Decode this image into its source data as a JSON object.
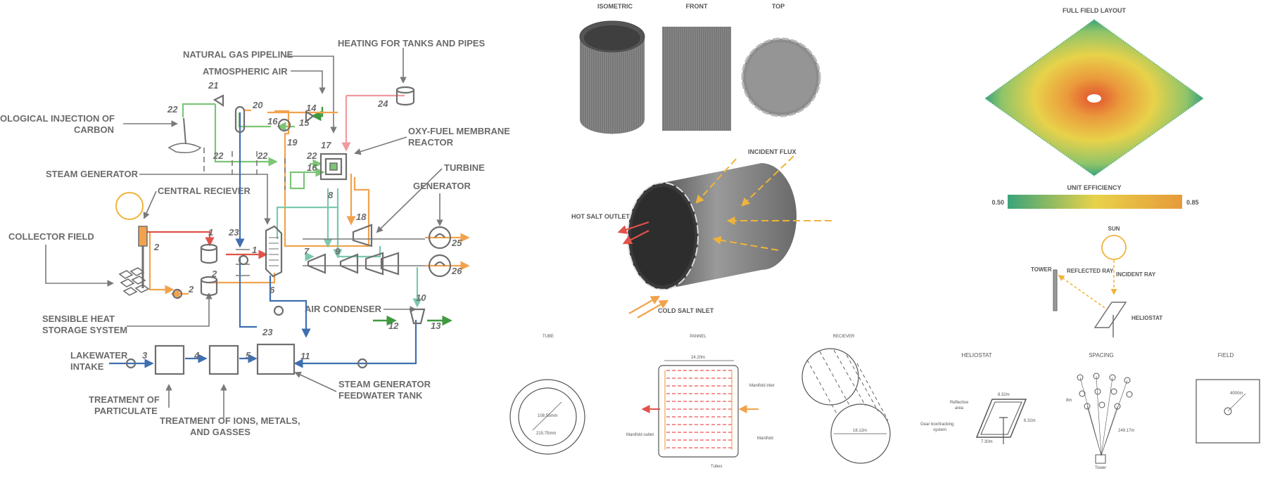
{
  "flow": {
    "heating": "HEATING FOR TANKS AND PIPES",
    "natural_gas": "NATURAL GAS PIPELINE",
    "atm_air": "ATMOSPHERIC AIR",
    "geo1": "GEOLOGICAL INJECTION OF",
    "geo2": "CARBON",
    "oxy1": "OXY-FUEL MEMBRANE",
    "oxy2": "REACTOR",
    "steam_gen": "STEAM GENERATOR",
    "turbine": "TURBINE",
    "central": "CENTRAL RECIEVER",
    "generator": "GENERATOR",
    "collector": "COLLECTOR FIELD",
    "sens1": "SENSIBLE HEAT",
    "sens2": "STORAGE SYSTEM",
    "air_cond": "AIR CONDENSER",
    "lake1": "LAKEWATER",
    "lake2": "INTAKE",
    "treat_p1": "TREATMENT OF",
    "treat_p2": "PARTICULATE",
    "treat_i1": "TREATMENT OF IONS, METALS,",
    "treat_i2": "AND GASSES",
    "sgft1": "STEAM GENERATOR",
    "sgft2": "FEEDWATER TANK",
    "n1": "1",
    "n2": "2",
    "n3": "3",
    "n4": "4",
    "n5": "5",
    "n6": "6",
    "n7": "7",
    "n8": "8",
    "n9": "9",
    "n10": "10",
    "n11": "11",
    "n12": "12",
    "n13": "13",
    "n14": "14",
    "n15": "15",
    "n16": "16",
    "n17": "17",
    "n18": "18",
    "n19": "19",
    "n20": "20",
    "n21": "21",
    "n22": "22",
    "n23": "23",
    "n24": "24",
    "n25": "25",
    "n26": "26"
  },
  "receiver_views": {
    "isometric": "ISOMETRIC",
    "front": "FRONT",
    "top": "TOP",
    "incident_flux": "INCIDENT FLUX",
    "hot_salt": "HOT SALT OUTLET",
    "cold_salt": "COLD SALT INLET"
  },
  "field": {
    "title": "FULL FIELD LAYOUT",
    "unit_eff": "UNIT EFFICIENCY",
    "scale_min": "0.50",
    "scale_max": "0.85",
    "sun": "SUN",
    "tower": "TOWER",
    "reflected": "REFLECTED RAY",
    "incident": "INCIDENT RAY",
    "heliostat": "HELIOSTAT",
    "colors": {
      "low": "#3aa37a",
      "mid": "#e8d24a",
      "high": "#e0522e"
    }
  },
  "details": {
    "tube": "TUBE",
    "tube_inner": "108.55mm",
    "tube_outer": "215.75mm",
    "pannel": "PANNEL",
    "pannel_width": "24.20m",
    "manifold_inlet": "Manifold inlet",
    "manifold_outlet": "Manifold outlet",
    "manifold": "Manifold",
    "tubes": "Tubes",
    "reciever": "RECIEVER",
    "reciever_dim": "18.12m",
    "heliostat": "HELIOSTAT",
    "h_w": "8.32m",
    "h_h": "6.32m",
    "h_b": "7.30m",
    "refl1": "Reflective",
    "refl2": "area",
    "gear1": "Gear box/tracking",
    "gear2": "system",
    "spacing": "SPACING",
    "sp_8m": "8m",
    "sp_dist": "249.17m",
    "sp_tower": "Tower",
    "field": "FIELD",
    "field_r": "4000m"
  }
}
